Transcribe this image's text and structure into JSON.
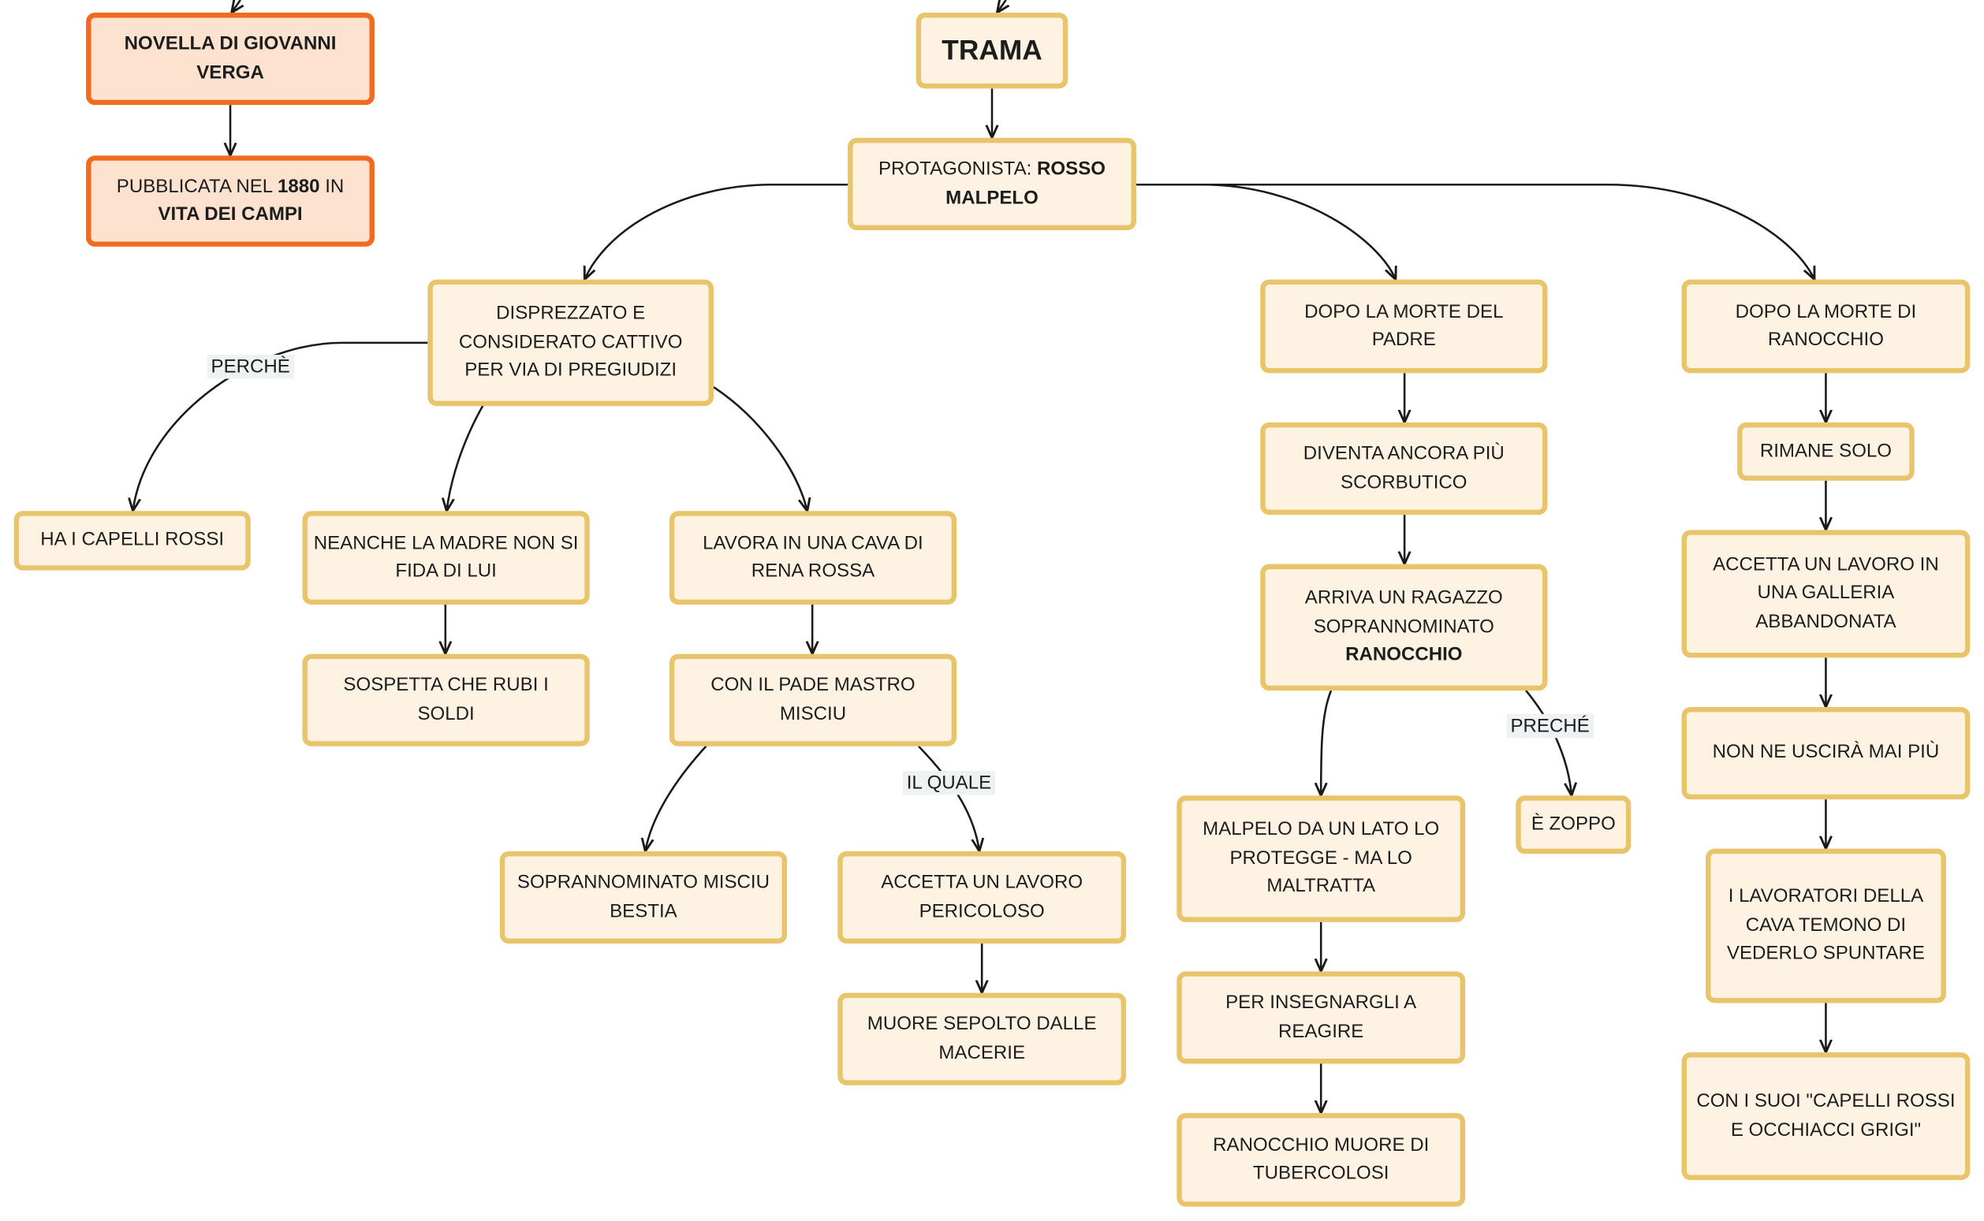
{
  "nodes": {
    "n_novella": "NOVELLA DI GIOVANNI VERGA",
    "n_pub_a": "PUBBLICATA NEL ",
    "n_pub_b": "1880",
    "n_pub_c": " IN ",
    "n_pub_d": "VITA DEI CAMPI",
    "n_trama": "TRAMA",
    "n_prot_a": "PROTAGONISTA: ",
    "n_prot_b": "ROSSO MALPELO",
    "n_disp": "DISPREZZATO E CONSIDERATO CATTIVO PER VIA DI PREGIUDIZI",
    "n_capelli": "HA I CAPELLI ROSSI",
    "n_madre": "NEANCHE LA MADRE NON SI FIDA DI LUI",
    "n_sospetta": "SOSPETTA CHE RUBI I SOLDI",
    "n_lavora": "LAVORA IN UNA CAVA DI RENA ROSSA",
    "n_pade": "CON IL PADE MASTRO MISCIU",
    "n_bestia": "SOPRANNOMINATO MISCIU BESTIA",
    "n_accetta1": "ACCETTA UN LAVORO PERICOLOSO",
    "n_muore": "MUORE SEPOLTO DALLE MACERIE",
    "n_mortepadre": "DOPO LA MORTE DEL PADRE",
    "n_scorbutico": "DIVENTA ANCORA PIÙ SCORBUTICO",
    "n_arriva_a": "ARRIVA UN RAGAZZO SOPRANNOMINATO",
    "n_arriva_b": "RANOCCHIO",
    "n_zoppo": "È ZOPPO",
    "n_protegge": "MALPELO DA UN LATO LO PROTEGGE - MA LO MALTRATTA",
    "n_reagire": "PER INSEGNARGLI A REAGIRE",
    "n_tuberc": "RANOCCHIO MUORE DI TUBERCOLOSI",
    "n_morteranoc": "DOPO LA MORTE DI RANOCCHIO",
    "n_solo": "RIMANE SOLO",
    "n_galleria": "ACCETTA UN LAVORO IN UNA GALLERIA ABBANDONATA",
    "n_mai": "NON NE USCIRÀ MAI PIÙ",
    "n_lavoratori": "I LAVORATORI DELLA CAVA TEMONO DI VEDERLO SPUNTARE",
    "n_occhi": "CON I SUOI \"CAPELLI ROSSI E OCCHIACCI GRIGI\""
  },
  "edge_labels": {
    "perche": "PERCHÈ",
    "il_quale": "IL QUALE",
    "preche": "PRECHÉ"
  },
  "colors": {
    "node_fill": "#fef3e3",
    "node_border": "#e8c46a",
    "root_fill": "#fde2d0",
    "root_border": "#f06b1f",
    "edge": "#1a1a1a",
    "label_bg": "#eef2f2"
  }
}
